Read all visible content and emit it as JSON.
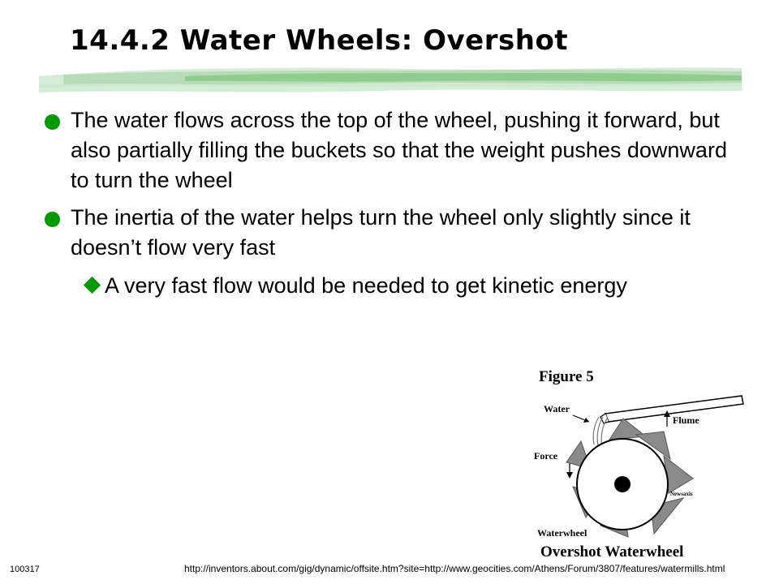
{
  "slide": {
    "title": "14.4.2 Water Wheels: Overshot",
    "bullets": [
      "The water flows across the top of the wheel, pushing it forward, but also partially filling the buckets so that the weight pushes downward to turn the wheel",
      "The inertia of the water helps turn the wheel only slightly since it doesn’t flow very fast"
    ],
    "sub_bullet": "A very fast flow would be needed to get kinetic energy",
    "slide_number": "100317",
    "source_url": "http://inventors.about.com/gig/dynamic/offsite.htm?site=http://www.geocities.com/Athens/Forum/3807/features/watermills.html"
  },
  "figure": {
    "heading": "Figure 5",
    "label_water": "Water",
    "label_flume": "Flume",
    "label_force": "Force",
    "label_newsaxis": "Newsaxis",
    "label_waterwheel": "Waterwheel",
    "caption": "Overshot Waterwheel"
  },
  "colors": {
    "bullet_green": "#009900",
    "brush_green": "#8fcc8f",
    "wheel_gray": "#8a8a8a"
  }
}
